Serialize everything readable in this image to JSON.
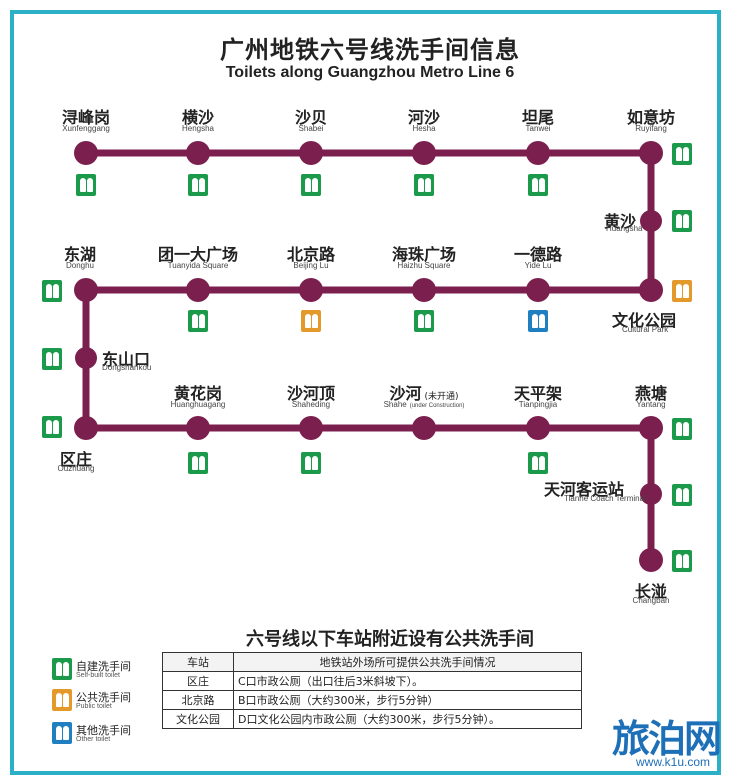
{
  "title_cn": "广州地铁六号线洗手间信息",
  "title_en": "Toilets along Guangzhou Metro Line 6",
  "colors": {
    "line": "#7b1f4e",
    "frame": "#2bb0c8",
    "self_built": "#1a9a4a",
    "public": "#e39a2a",
    "other": "#1f7fc0"
  },
  "stations": [
    {
      "key": "xunfenggang",
      "cn": "浔峰岗",
      "en": "Xunfenggang",
      "toilet": "self-built"
    },
    {
      "key": "hengsha",
      "cn": "横沙",
      "en": "Hengsha",
      "toilet": "self-built"
    },
    {
      "key": "shabei",
      "cn": "沙贝",
      "en": "Shabei",
      "toilet": "self-built"
    },
    {
      "key": "hesha",
      "cn": "河沙",
      "en": "Hesha",
      "toilet": "self-built"
    },
    {
      "key": "tanwei",
      "cn": "坦尾",
      "en": "Tanwei",
      "toilet": "self-built"
    },
    {
      "key": "ruyifang",
      "cn": "如意坊",
      "en": "Ruyifang",
      "toilet": "self-built"
    },
    {
      "key": "huangsha",
      "cn": "黄沙",
      "en": "Huangsha",
      "toilet": "self-built"
    },
    {
      "key": "wenhuagongyuan",
      "cn": "文化公园",
      "en": "Cultural Park",
      "toilet": "public"
    },
    {
      "key": "yidelu",
      "cn": "一德路",
      "en": "Yide Lu",
      "toilet": "other"
    },
    {
      "key": "haizhuguangchang",
      "cn": "海珠广场",
      "en": "Haizhu Square",
      "toilet": "self-built"
    },
    {
      "key": "beijinglu",
      "cn": "北京路",
      "en": "Beijing Lu",
      "toilet": "public"
    },
    {
      "key": "tuanyidaguangchang",
      "cn": "团一大广场",
      "en": "Tuanyida Square",
      "toilet": "self-built"
    },
    {
      "key": "donghu",
      "cn": "东湖",
      "en": "Donghu",
      "toilet": "self-built"
    },
    {
      "key": "dongshankou",
      "cn": "东山口",
      "en": "Dongshankou",
      "toilet": "self-built"
    },
    {
      "key": "quzhuang",
      "cn": "区庄",
      "en": "Ouzhuang",
      "toilet": "self-built"
    },
    {
      "key": "huanghuagang",
      "cn": "黄花岗",
      "en": "Huanghuagang",
      "toilet": "self-built"
    },
    {
      "key": "shaheding",
      "cn": "沙河顶",
      "en": "Shaheding",
      "toilet": "self-built"
    },
    {
      "key": "shahe",
      "cn": "沙河",
      "note_cn": "(未开通)",
      "en": "Shahe",
      "note_en": "(under Construction)",
      "toilet": "none"
    },
    {
      "key": "tianpingjia",
      "cn": "天平架",
      "en": "Tianpingjia",
      "toilet": "self-built"
    },
    {
      "key": "yantang",
      "cn": "燕塘",
      "en": "Yantang",
      "toilet": "self-built"
    },
    {
      "key": "tianhekeyunzhan",
      "cn": "天河客运站",
      "en": "Tianhe Coach Terminal",
      "toilet": "self-built"
    },
    {
      "key": "changban",
      "cn": "长湴",
      "en": "Changban",
      "toilet": "self-built"
    }
  ],
  "section_title": "六号线以下车站附近设有公共洗手间",
  "table": {
    "headers": [
      "车站",
      "地铁站外场所可提供公共洗手间情况"
    ],
    "rows": [
      [
        "区庄",
        "C口市政公厕（出口往后3米斜坡下）。"
      ],
      [
        "北京路",
        "B口市政公厕（大约300米，步行5分钟）"
      ],
      [
        "文化公园",
        "D口文化公园内市政公厕（大约300米，步行5分钟）。"
      ]
    ]
  },
  "legend": [
    {
      "cn": "自建洗手间",
      "en": "Self-built toilet",
      "color": "green"
    },
    {
      "cn": "公共洗手间",
      "en": "Public toilet",
      "color": "orange"
    },
    {
      "cn": "其他洗手间",
      "en": "Other toilet",
      "color": "blue"
    }
  ],
  "watermark": {
    "cn": "旅泊网",
    "en": "www.k1u.com"
  }
}
